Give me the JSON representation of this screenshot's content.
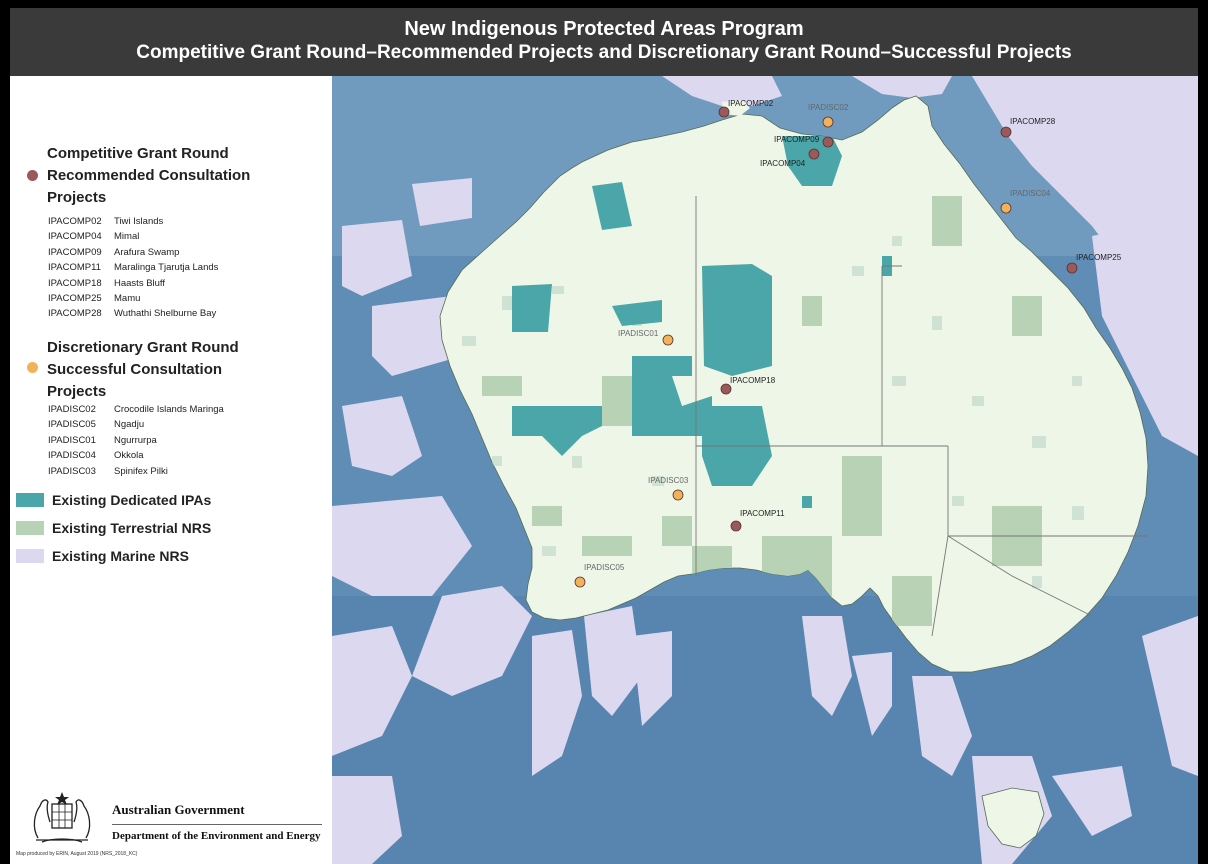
{
  "title": {
    "line1": "New Indigenous Protected Areas Program",
    "line2": "Competitive Grant Round–Recommended Projects  and Discretionary Grant Round–Successful Projects"
  },
  "legend": {
    "competitive": {
      "title_lines": [
        "Competitive Grant Round",
        "Recommended Consultation",
        "Projects"
      ],
      "marker_color": "#9b5a5a",
      "items": [
        {
          "code": "IPACOMP02",
          "name": "Tiwi Islands"
        },
        {
          "code": "IPACOMP04",
          "name": "Mimal"
        },
        {
          "code": "IPACOMP09",
          "name": "Arafura Swamp"
        },
        {
          "code": "IPACOMP11",
          "name": "Maralinga Tjarutja Lands"
        },
        {
          "code": "IPACOMP18",
          "name": "Haasts Bluff"
        },
        {
          "code": "IPACOMP25",
          "name": "Mamu"
        },
        {
          "code": "IPACOMP28",
          "name": "Wuthathi Shelburne Bay"
        }
      ]
    },
    "discretionary": {
      "title_lines": [
        "Discretionary Grant Round",
        "Successful Consultation",
        "Projects"
      ],
      "marker_color": "#f0b25a",
      "items": [
        {
          "code": "IPADISC02",
          "name": "Crocodile Islands Maringa"
        },
        {
          "code": "IPADISC05",
          "name": "Ngadju"
        },
        {
          "code": "IPADISC01",
          "name": "Ngurrurpa"
        },
        {
          "code": "IPADISC04",
          "name": "Okkola"
        },
        {
          "code": "IPADISC03",
          "name": "Spinifex Pilki"
        }
      ]
    },
    "layers": [
      {
        "label": "Existing Dedicated IPAs",
        "color": "#4aa6a8"
      },
      {
        "label": "Existing Terrestrial NRS",
        "color": "#b7d2b4"
      },
      {
        "label": "Existing Marine NRS",
        "color": "#dcd8f0"
      }
    ]
  },
  "government": {
    "name": "Australian Government",
    "department": "Department of the Environment and Energy",
    "credit": "Map produced by ERIN, August 2019 (NRS_2018_KC)"
  },
  "map": {
    "colors": {
      "ocean": "#5f8db5",
      "land": "#eef6e8",
      "ipa": "#4aa6a8",
      "terrestrial": "#b7d2b4",
      "marine": "#dcd8f0",
      "border": "#777777"
    },
    "markers": [
      {
        "label": "IPACOMP02",
        "type": "comp"
      },
      {
        "label": "IPADISC02",
        "type": "disc"
      },
      {
        "label": "IPACOMP09",
        "type": "comp"
      },
      {
        "label": "IPACOMP04",
        "type": "comp"
      },
      {
        "label": "IPACOMP28",
        "type": "comp"
      },
      {
        "label": "IPADISC04",
        "type": "disc"
      },
      {
        "label": "IPACOMP25",
        "type": "comp"
      },
      {
        "label": "IPADISC01",
        "type": "disc"
      },
      {
        "label": "IPACOMP18",
        "type": "comp"
      },
      {
        "label": "IPADISC03",
        "type": "disc"
      },
      {
        "label": "IPACOMP11",
        "type": "comp"
      },
      {
        "label": "IPADISC05",
        "type": "disc"
      }
    ]
  }
}
